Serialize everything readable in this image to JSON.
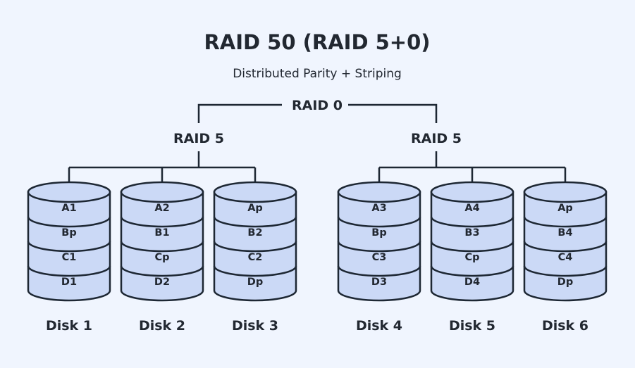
{
  "title": "RAID 50 (RAID 5+0)",
  "subtitle": "Distributed Parity + Striping",
  "top_label": "RAID 0",
  "groups": [
    {
      "label": "RAID 5",
      "disks": [
        {
          "name": "Disk 1",
          "blocks": [
            "A1",
            "Bp",
            "C1",
            "D1"
          ]
        },
        {
          "name": "Disk 2",
          "blocks": [
            "A2",
            "B1",
            "Cp",
            "D2"
          ]
        },
        {
          "name": "Disk 3",
          "blocks": [
            "Ap",
            "B2",
            "C2",
            "Dp"
          ]
        }
      ]
    },
    {
      "label": "RAID 5",
      "disks": [
        {
          "name": "Disk 4",
          "blocks": [
            "A3",
            "Bp",
            "C3",
            "D3"
          ]
        },
        {
          "name": "Disk 5",
          "blocks": [
            "A4",
            "B3",
            "Cp",
            "D4"
          ]
        },
        {
          "name": "Disk 6",
          "blocks": [
            "Ap",
            "B4",
            "C4",
            "Dp"
          ]
        }
      ]
    }
  ],
  "colors": {
    "background": "#f0f5fe",
    "disk_fill": "#cbd9f6",
    "stroke": "#1d2733",
    "text": "#222831"
  }
}
